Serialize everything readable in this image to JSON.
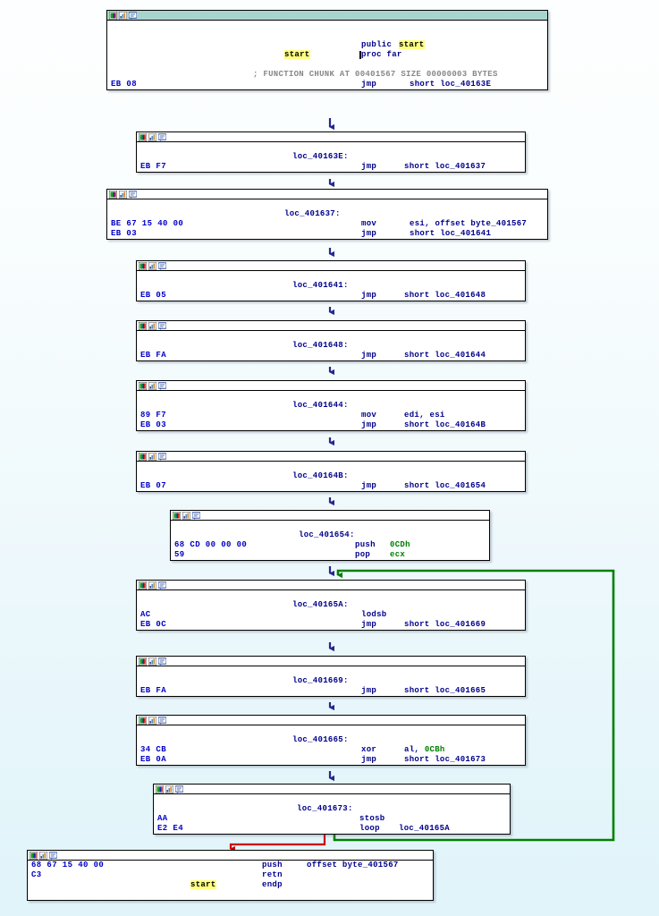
{
  "view": {
    "title": "IDA Pro graph view — start",
    "background_top": "#fcfeff",
    "background_bottom": "#e0f4fa",
    "selected_node_titlebar_color": "#a8d4d0",
    "code_color": "#00008c",
    "bytes_color": "#0000c8",
    "comment_color": "#888888",
    "highlight_color": "#ffff80",
    "immediate_color": "#008000",
    "edge_normal_color": "#26278d",
    "edge_true_color": "#008000",
    "edge_false_color": "#cc0000"
  },
  "titlebar_icons": [
    {
      "name": "node-color-icon",
      "glyph": "color-swatch"
    },
    {
      "name": "node-chart-icon",
      "glyph": "bar-chart"
    },
    {
      "name": "node-comment-icon",
      "glyph": "speech-bubble"
    }
  ],
  "nodes": [
    {
      "id": "start",
      "selected": true,
      "lines": [
        {
          "kind": "blank"
        },
        {
          "kind": "blank"
        },
        {
          "kind": "pub",
          "mnem": "public",
          "ops": "start"
        },
        {
          "kind": "proc",
          "label": "start",
          "mnem": "proc far"
        },
        {
          "kind": "blank"
        },
        {
          "kind": "comment",
          "comment": "; FUNCTION CHUNK AT 00401567 SIZE 00000003 BYTES"
        },
        {
          "kind": "code",
          "bytes": "EB 08",
          "mnem": "jmp",
          "ops": "short loc_40163E"
        }
      ]
    },
    {
      "id": "loc_40163E",
      "selected": false,
      "lines": [
        {
          "kind": "blank"
        },
        {
          "kind": "label",
          "label": "loc_40163E:"
        },
        {
          "kind": "code",
          "bytes": "EB F7",
          "mnem": "jmp",
          "ops": "short loc_401637"
        }
      ]
    },
    {
      "id": "loc_401637",
      "selected": false,
      "lines": [
        {
          "kind": "blank"
        },
        {
          "kind": "label",
          "label": "loc_401637:"
        },
        {
          "kind": "code",
          "bytes": "BE 67 15 40 00",
          "mnem": "mov",
          "ops": "esi, offset byte_401567"
        },
        {
          "kind": "code",
          "bytes": "EB 03",
          "mnem": "jmp",
          "ops": "short loc_401641"
        }
      ]
    },
    {
      "id": "loc_401641",
      "selected": false,
      "lines": [
        {
          "kind": "blank"
        },
        {
          "kind": "label",
          "label": "loc_401641:"
        },
        {
          "kind": "code",
          "bytes": "EB 05",
          "mnem": "jmp",
          "ops": "short loc_401648"
        }
      ]
    },
    {
      "id": "loc_401648",
      "selected": false,
      "lines": [
        {
          "kind": "blank"
        },
        {
          "kind": "label",
          "label": "loc_401648:"
        },
        {
          "kind": "code",
          "bytes": "EB FA",
          "mnem": "jmp",
          "ops": "short loc_401644"
        }
      ]
    },
    {
      "id": "loc_401644",
      "selected": false,
      "lines": [
        {
          "kind": "blank"
        },
        {
          "kind": "label",
          "label": "loc_401644:"
        },
        {
          "kind": "code",
          "bytes": "89 F7",
          "mnem": "mov",
          "ops": "edi, esi"
        },
        {
          "kind": "code",
          "bytes": "EB 03",
          "mnem": "jmp",
          "ops": "short loc_40164B"
        }
      ]
    },
    {
      "id": "loc_40164B",
      "selected": false,
      "lines": [
        {
          "kind": "blank"
        },
        {
          "kind": "label",
          "label": "loc_40164B:"
        },
        {
          "kind": "code",
          "bytes": "EB 07",
          "mnem": "jmp",
          "ops": "short loc_401654"
        }
      ]
    },
    {
      "id": "loc_401654",
      "selected": false,
      "lines": [
        {
          "kind": "blank"
        },
        {
          "kind": "label",
          "label": "loc_401654:"
        },
        {
          "kind": "code",
          "bytes": "68 CD 00 00 00",
          "mnem": "push",
          "ops": "0CDh",
          "ops_green": true
        },
        {
          "kind": "code",
          "bytes": "59",
          "mnem": "pop",
          "ops": "ecx"
        }
      ]
    },
    {
      "id": "loc_40165A",
      "selected": false,
      "lines": [
        {
          "kind": "blank"
        },
        {
          "kind": "label",
          "label": "loc_40165A:"
        },
        {
          "kind": "code",
          "bytes": "AC",
          "mnem": "lodsb",
          "ops": ""
        },
        {
          "kind": "code",
          "bytes": "EB 0C",
          "mnem": "jmp",
          "ops": "short loc_401669"
        }
      ]
    },
    {
      "id": "loc_401669",
      "selected": false,
      "lines": [
        {
          "kind": "blank"
        },
        {
          "kind": "label",
          "label": "loc_401669:"
        },
        {
          "kind": "code",
          "bytes": "EB FA",
          "mnem": "jmp",
          "ops": "short loc_401665"
        }
      ]
    },
    {
      "id": "loc_401665",
      "selected": false,
      "lines": [
        {
          "kind": "blank"
        },
        {
          "kind": "label",
          "label": "loc_401665:"
        },
        {
          "kind": "code",
          "bytes": "34 CB",
          "mnem": "xor",
          "ops": "al, 0CBh",
          "ops_split_green": "0CBh"
        },
        {
          "kind": "code",
          "bytes": "EB 0A",
          "mnem": "jmp",
          "ops": "short loc_401673"
        }
      ]
    },
    {
      "id": "loc_401673",
      "selected": false,
      "lines": [
        {
          "kind": "blank"
        },
        {
          "kind": "label",
          "label": "loc_401673:"
        },
        {
          "kind": "code",
          "bytes": "AA",
          "mnem": "stosb",
          "ops": ""
        },
        {
          "kind": "code",
          "bytes": "E2 E4",
          "mnem": "loop",
          "ops": "loc_40165A"
        }
      ]
    },
    {
      "id": "start_end",
      "selected": false,
      "lines": [
        {
          "kind": "code",
          "bytes": "68 67 15 40 00",
          "mnem": "push",
          "ops": "offset byte_401567"
        },
        {
          "kind": "code",
          "bytes": "C3",
          "mnem": "retn",
          "ops": ""
        },
        {
          "kind": "endp",
          "label": "start",
          "mnem": "endp"
        },
        {
          "kind": "blank"
        }
      ]
    }
  ]
}
